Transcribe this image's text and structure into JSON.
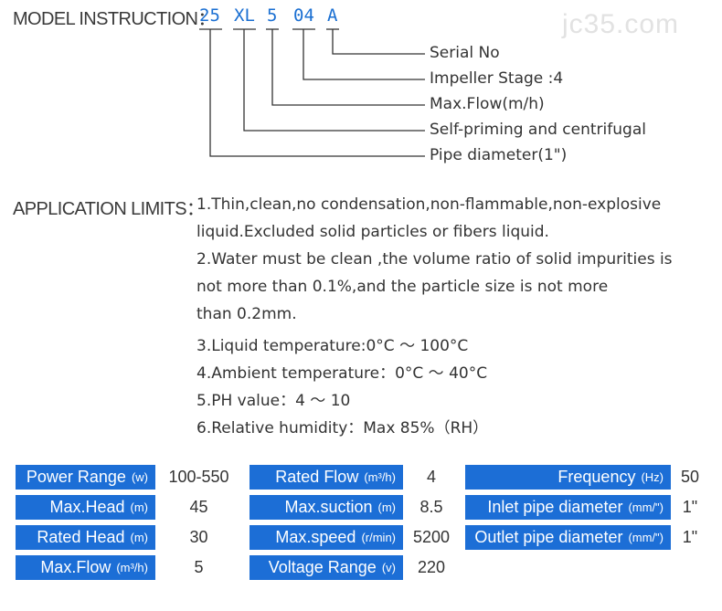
{
  "watermark": "jc35.com",
  "model": {
    "label": "MODEL INSTRUCTION：",
    "codes": [
      "25",
      "XL",
      "5",
      "04",
      "A"
    ],
    "legend": [
      "Serial No",
      "Impeller Stage :4",
      "Max.Flow(m/h)",
      "Self-priming and centrifugal",
      "Pipe diameter(1\")"
    ]
  },
  "application": {
    "title": "APPLICATION LIMITS：",
    "lines": [
      "1.Thin,clean,no condensation,non-flammable,non-explosive",
      "liquid.Excluded solid particles or fibers liquid.",
      "2.Water must be clean ,the volume ratio of solid impurities is",
      "not more than 0.1%,and the particle size is not more",
      "than 0.2mm.",
      "3.Liquid temperature:0°C ～ 100°C",
      "4.Ambient temperature：0°C ～ 40°C",
      "5.PH value：4 ～ 10",
      "6.Relative humidity：Max 85%（RH）"
    ]
  },
  "specs": {
    "col1": [
      {
        "label": "Power Range",
        "unit": "(w)",
        "value": "100-550"
      },
      {
        "label": "Max.Head",
        "unit": "(m)",
        "value": "45"
      },
      {
        "label": "Rated Head",
        "unit": "(m)",
        "value": "30"
      },
      {
        "label": "Max.Flow",
        "unit": "(m³/h)",
        "value": "5"
      }
    ],
    "col2": [
      {
        "label": "Rated Flow",
        "unit": "(m³/h)",
        "value": "4"
      },
      {
        "label": "Max.suction",
        "unit": "(m)",
        "value": "8.5"
      },
      {
        "label": "Max.speed",
        "unit": "(r/min)",
        "value": "5200"
      },
      {
        "label": "Voltage Range",
        "unit": "(v)",
        "value": "220"
      }
    ],
    "col3": [
      {
        "label": "Frequency",
        "unit": "(Hz)",
        "value": "50"
      },
      {
        "label": "Inlet pipe diameter",
        "unit": "(mm/\")",
        "value": "1\""
      },
      {
        "label": "Outlet pipe diameter",
        "unit": "(mm/\")",
        "value": "1\""
      }
    ]
  },
  "colors": {
    "accent": "#1c6ed6",
    "text": "#333333"
  }
}
